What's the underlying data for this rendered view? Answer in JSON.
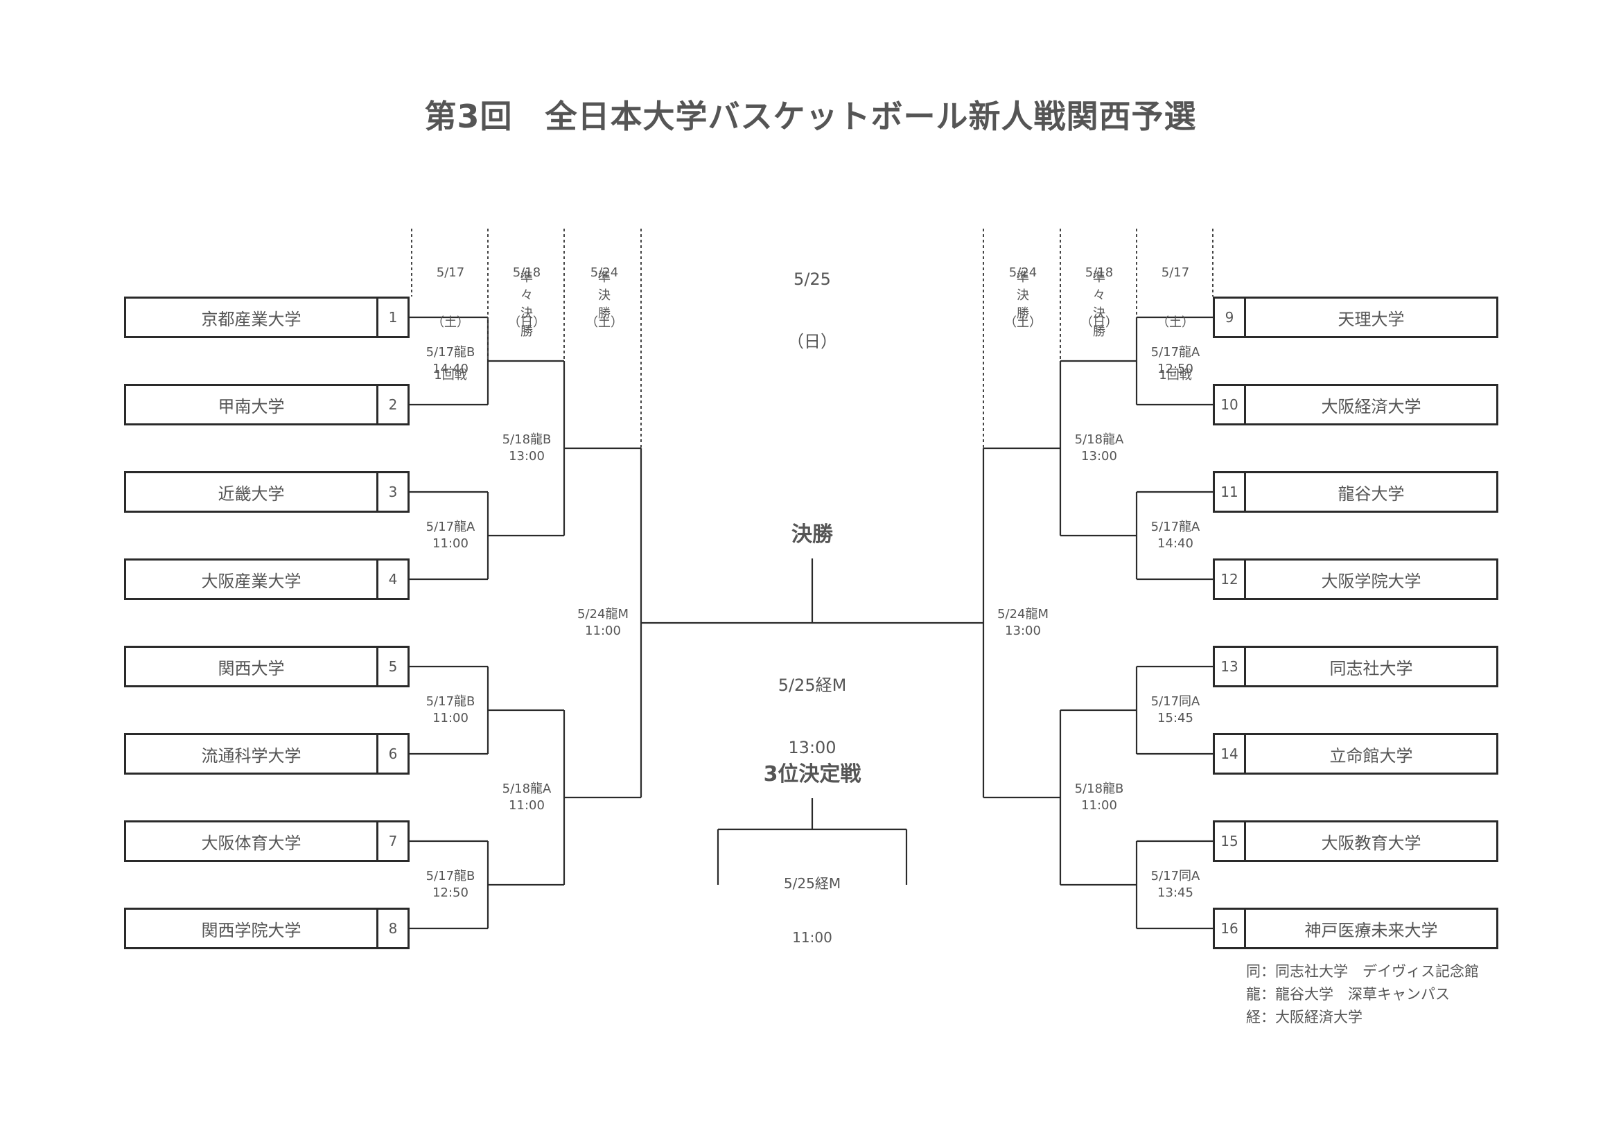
{
  "title": "第3回　全日本大学バスケットボール新人戦関西予選",
  "left_teams": [
    {
      "seed": "1",
      "name": "京都産業大学"
    },
    {
      "seed": "2",
      "name": "甲南大学"
    },
    {
      "seed": "3",
      "name": "近畿大学"
    },
    {
      "seed": "4",
      "name": "大阪産業大学"
    },
    {
      "seed": "5",
      "name": "関西大学"
    },
    {
      "seed": "6",
      "name": "流通科学大学"
    },
    {
      "seed": "7",
      "name": "大阪体育大学"
    },
    {
      "seed": "8",
      "name": "関西学院大学"
    }
  ],
  "right_teams": [
    {
      "seed": "9",
      "name": "天理大学"
    },
    {
      "seed": "10",
      "name": "大阪経済大学"
    },
    {
      "seed": "11",
      "name": "龍谷大学"
    },
    {
      "seed": "12",
      "name": "大阪学院大学"
    },
    {
      "seed": "13",
      "name": "同志社大学"
    },
    {
      "seed": "14",
      "name": "立命館大学"
    },
    {
      "seed": "15",
      "name": "大阪教育大学"
    },
    {
      "seed": "16",
      "name": "神戸医療未来大学"
    }
  ],
  "round_headers": {
    "r1": {
      "date": "5/17",
      "day": "（土）",
      "name": "1回戦"
    },
    "qf": {
      "date": "5/18",
      "day": "（日）",
      "name": [
        "準",
        "々",
        "決",
        "勝"
      ]
    },
    "sf": {
      "date": "5/24",
      "day": "（土）",
      "name": [
        "準",
        "決",
        "勝"
      ]
    },
    "final": {
      "date": "5/25",
      "day": "（日）"
    }
  },
  "left_games": {
    "r1": [
      {
        "venue": "5/17龍B",
        "time": "14:40"
      },
      {
        "venue": "5/17龍A",
        "time": "11:00"
      },
      {
        "venue": "5/17龍B",
        "time": "11:00"
      },
      {
        "venue": "5/17龍B",
        "time": "12:50"
      }
    ],
    "qf": [
      {
        "venue": "5/18龍B",
        "time": "13:00"
      },
      {
        "venue": "5/18龍A",
        "time": "11:00"
      }
    ],
    "sf": {
      "venue": "5/24龍M",
      "time": "11:00"
    }
  },
  "right_games": {
    "r1": [
      {
        "venue": "5/17龍A",
        "time": "12:50"
      },
      {
        "venue": "5/17龍A",
        "time": "14:40"
      },
      {
        "venue": "5/17同A",
        "time": "15:45"
      },
      {
        "venue": "5/17同A",
        "time": "13:45"
      }
    ],
    "qf": [
      {
        "venue": "5/18龍A",
        "time": "13:00"
      },
      {
        "venue": "5/18龍B",
        "time": "11:00"
      }
    ],
    "sf": {
      "venue": "5/24龍M",
      "time": "13:00"
    }
  },
  "final": {
    "label": "決勝",
    "venue": "5/25経M",
    "time": "13:00"
  },
  "third_place": {
    "label": "3位決定戦",
    "venue": "5/25経M",
    "time": "11:00"
  },
  "legend": [
    "同：同志社大学　デイヴィス記念館",
    "龍：龍谷大学　深草キャンパス",
    "経：大阪経済大学"
  ]
}
